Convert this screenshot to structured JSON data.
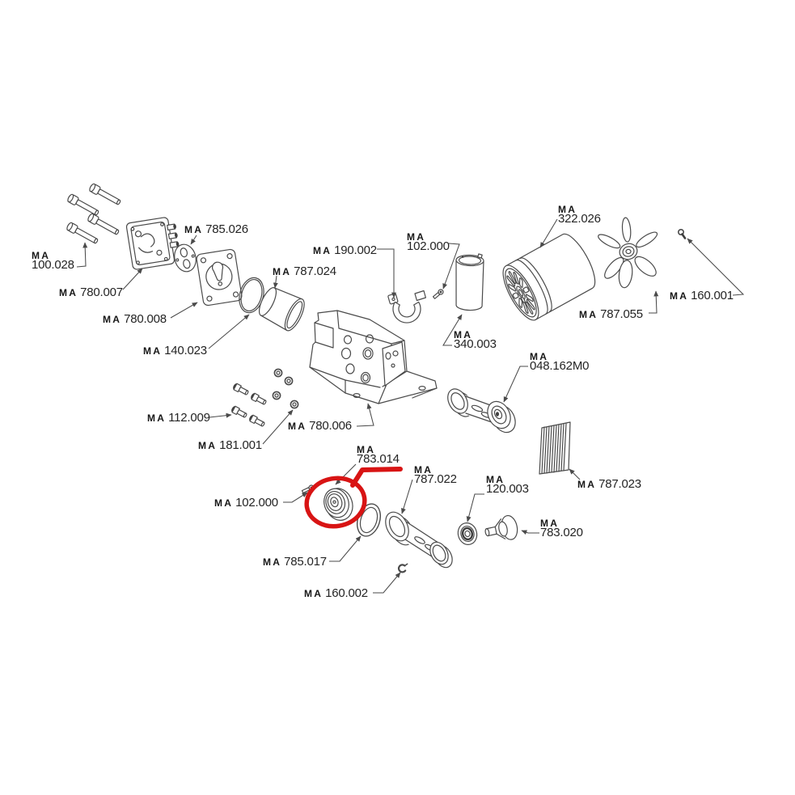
{
  "diagram": {
    "type": "exploded-parts-diagram",
    "background_color": "#ffffff",
    "line_color": "#4a4a4a"
  },
  "labels": [
    {
      "prefix": "MA",
      "number": "100.028"
    },
    {
      "prefix": "MA",
      "number": "780.007"
    },
    {
      "prefix": "MA",
      "number": "785.026"
    },
    {
      "prefix": "MA",
      "number": "780.008"
    },
    {
      "prefix": "MA",
      "number": "140.023"
    },
    {
      "prefix": "MA",
      "number": "787.024"
    },
    {
      "prefix": "MA",
      "number": "190.002"
    },
    {
      "prefix": "MA",
      "number": "102.000"
    },
    {
      "prefix": "MA",
      "number": "322.026"
    },
    {
      "prefix": "MA",
      "number": "787.055"
    },
    {
      "prefix": "MA",
      "number": "160.001"
    },
    {
      "prefix": "MA",
      "number": "340.003"
    },
    {
      "prefix": "MA",
      "number": "048.162M0"
    },
    {
      "prefix": "MA",
      "number": "112.009"
    },
    {
      "prefix": "MA",
      "number": "181.001"
    },
    {
      "prefix": "MA",
      "number": "780.006"
    },
    {
      "prefix": "MA",
      "number": "783.014"
    },
    {
      "prefix": "MA",
      "number": "787.023"
    },
    {
      "prefix": "MA",
      "number": "102.000"
    },
    {
      "prefix": "MA",
      "number": "787.022"
    },
    {
      "prefix": "MA",
      "number": "120.003"
    },
    {
      "prefix": "MA",
      "number": "783.020"
    },
    {
      "prefix": "MA",
      "number": "785.017"
    },
    {
      "prefix": "MA",
      "number": "160.002"
    }
  ],
  "highlight": {
    "color": "#d81414",
    "part_number": "783.014"
  }
}
